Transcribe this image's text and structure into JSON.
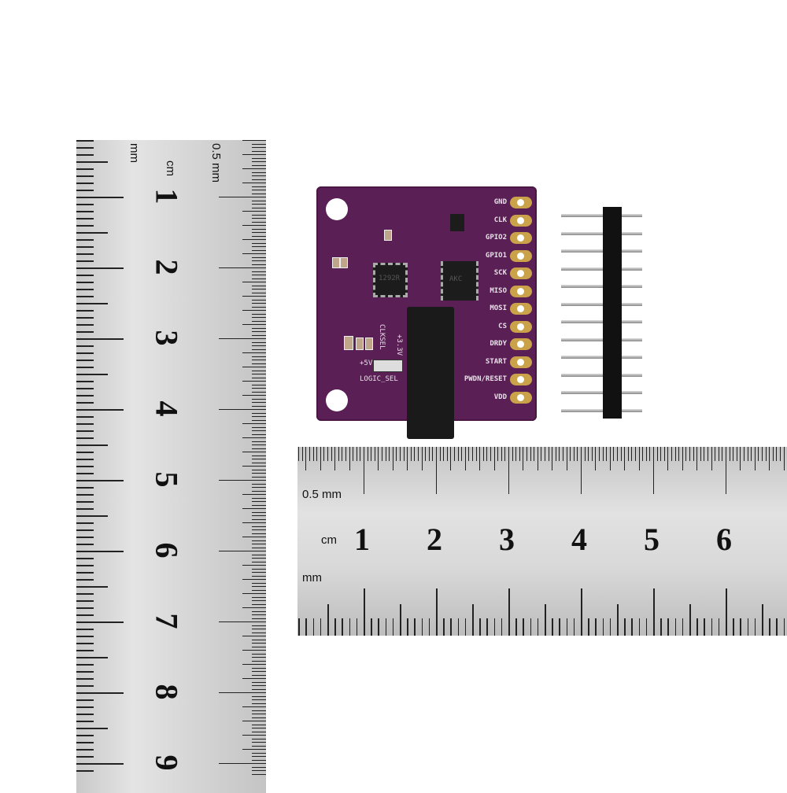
{
  "vertical_ruler": {
    "unit_labels": {
      "mm": "mm",
      "cm": "cm",
      "half_mm": "0.5 mm"
    },
    "numbers": [
      "1",
      "2",
      "3",
      "4",
      "5",
      "6",
      "7",
      "8",
      "9"
    ]
  },
  "horizontal_ruler": {
    "unit_labels": {
      "mm": "mm",
      "cm": "cm",
      "half_mm": "0.5 mm"
    },
    "numbers": [
      "1",
      "2",
      "3",
      "4",
      "5",
      "6"
    ]
  },
  "board": {
    "color": "#5a1f55",
    "pins": [
      "GND",
      "CLK",
      "GPIO2",
      "GPIO1",
      "SCK",
      "MISO",
      "MOSI",
      "CS",
      "DRDY",
      "START",
      "PWDN/RESET",
      "VDD"
    ],
    "silkscreen": {
      "clksel": "CLKSEL",
      "logic_sel": "LOGIC_SEL",
      "v5": "+5V",
      "v33": "+3.3V"
    },
    "main_chip_marking": "1292R",
    "second_chip_marking": "AKC"
  }
}
